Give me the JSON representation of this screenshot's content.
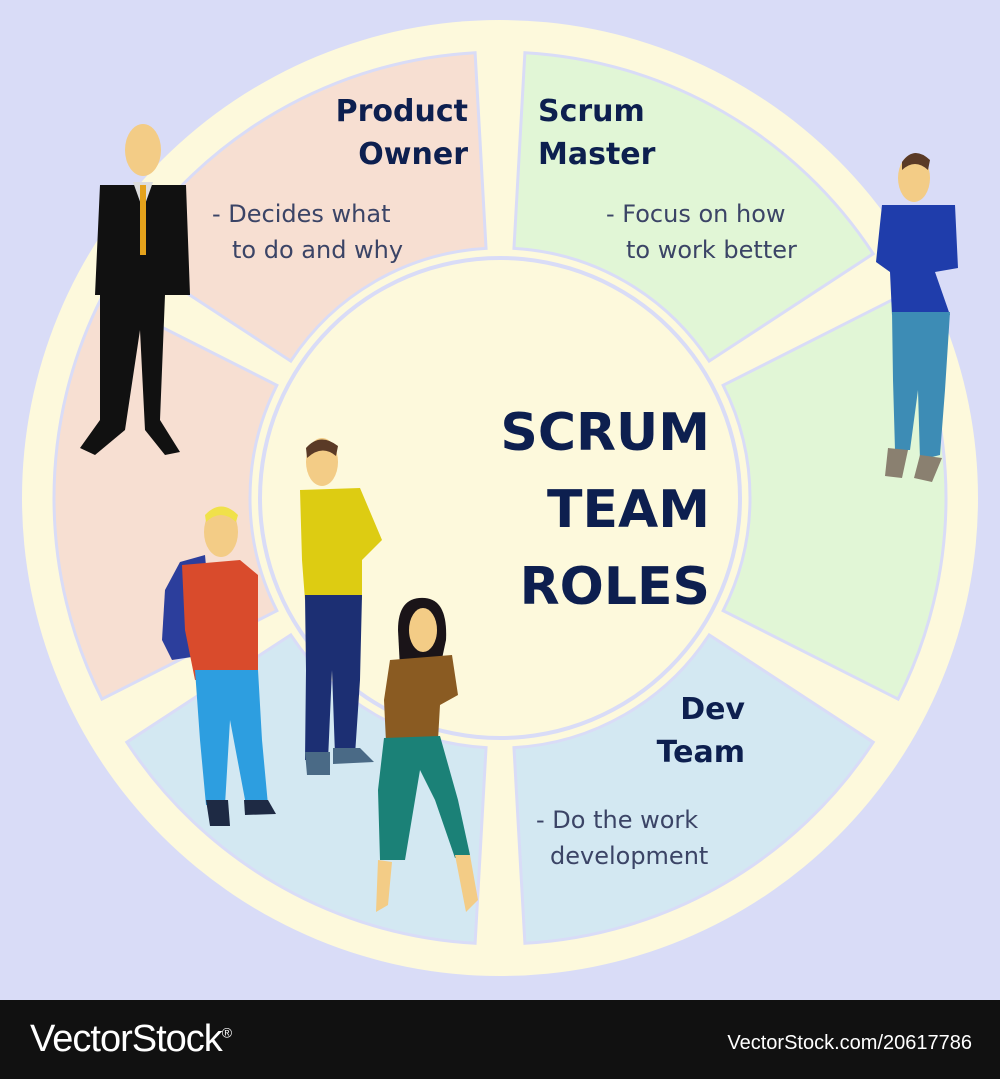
{
  "diagram": {
    "center_title": [
      "SCRUM",
      "TEAM",
      "ROLES"
    ],
    "roles": [
      {
        "title_lines": [
          "Product",
          "Owner"
        ],
        "desc_lines": [
          "- Decides what",
          "to do and why"
        ],
        "color": "#f7dfd2"
      },
      {
        "title_lines": [
          "Scrum",
          "Master"
        ],
        "desc_lines": [
          "- Focus on how",
          "to work better"
        ],
        "color": "#e1f6d6"
      },
      {
        "title_lines": [
          "Dev",
          "Team"
        ],
        "desc_lines": [
          "- Do the work",
          "development"
        ],
        "color": "#d3e8f2"
      }
    ],
    "colors": {
      "background": "#d9dcf7",
      "ring": "#fdf9dc",
      "title": "#0d1f4f"
    },
    "people_icons": [
      "businessman-figure",
      "casual-man-figure",
      "student-figure",
      "man-yellow-shirt-figure",
      "woman-figure"
    ]
  },
  "footer": {
    "brand": "VectorStock",
    "brand_mark": "®",
    "image_id": "VectorStock.com/20617786"
  }
}
